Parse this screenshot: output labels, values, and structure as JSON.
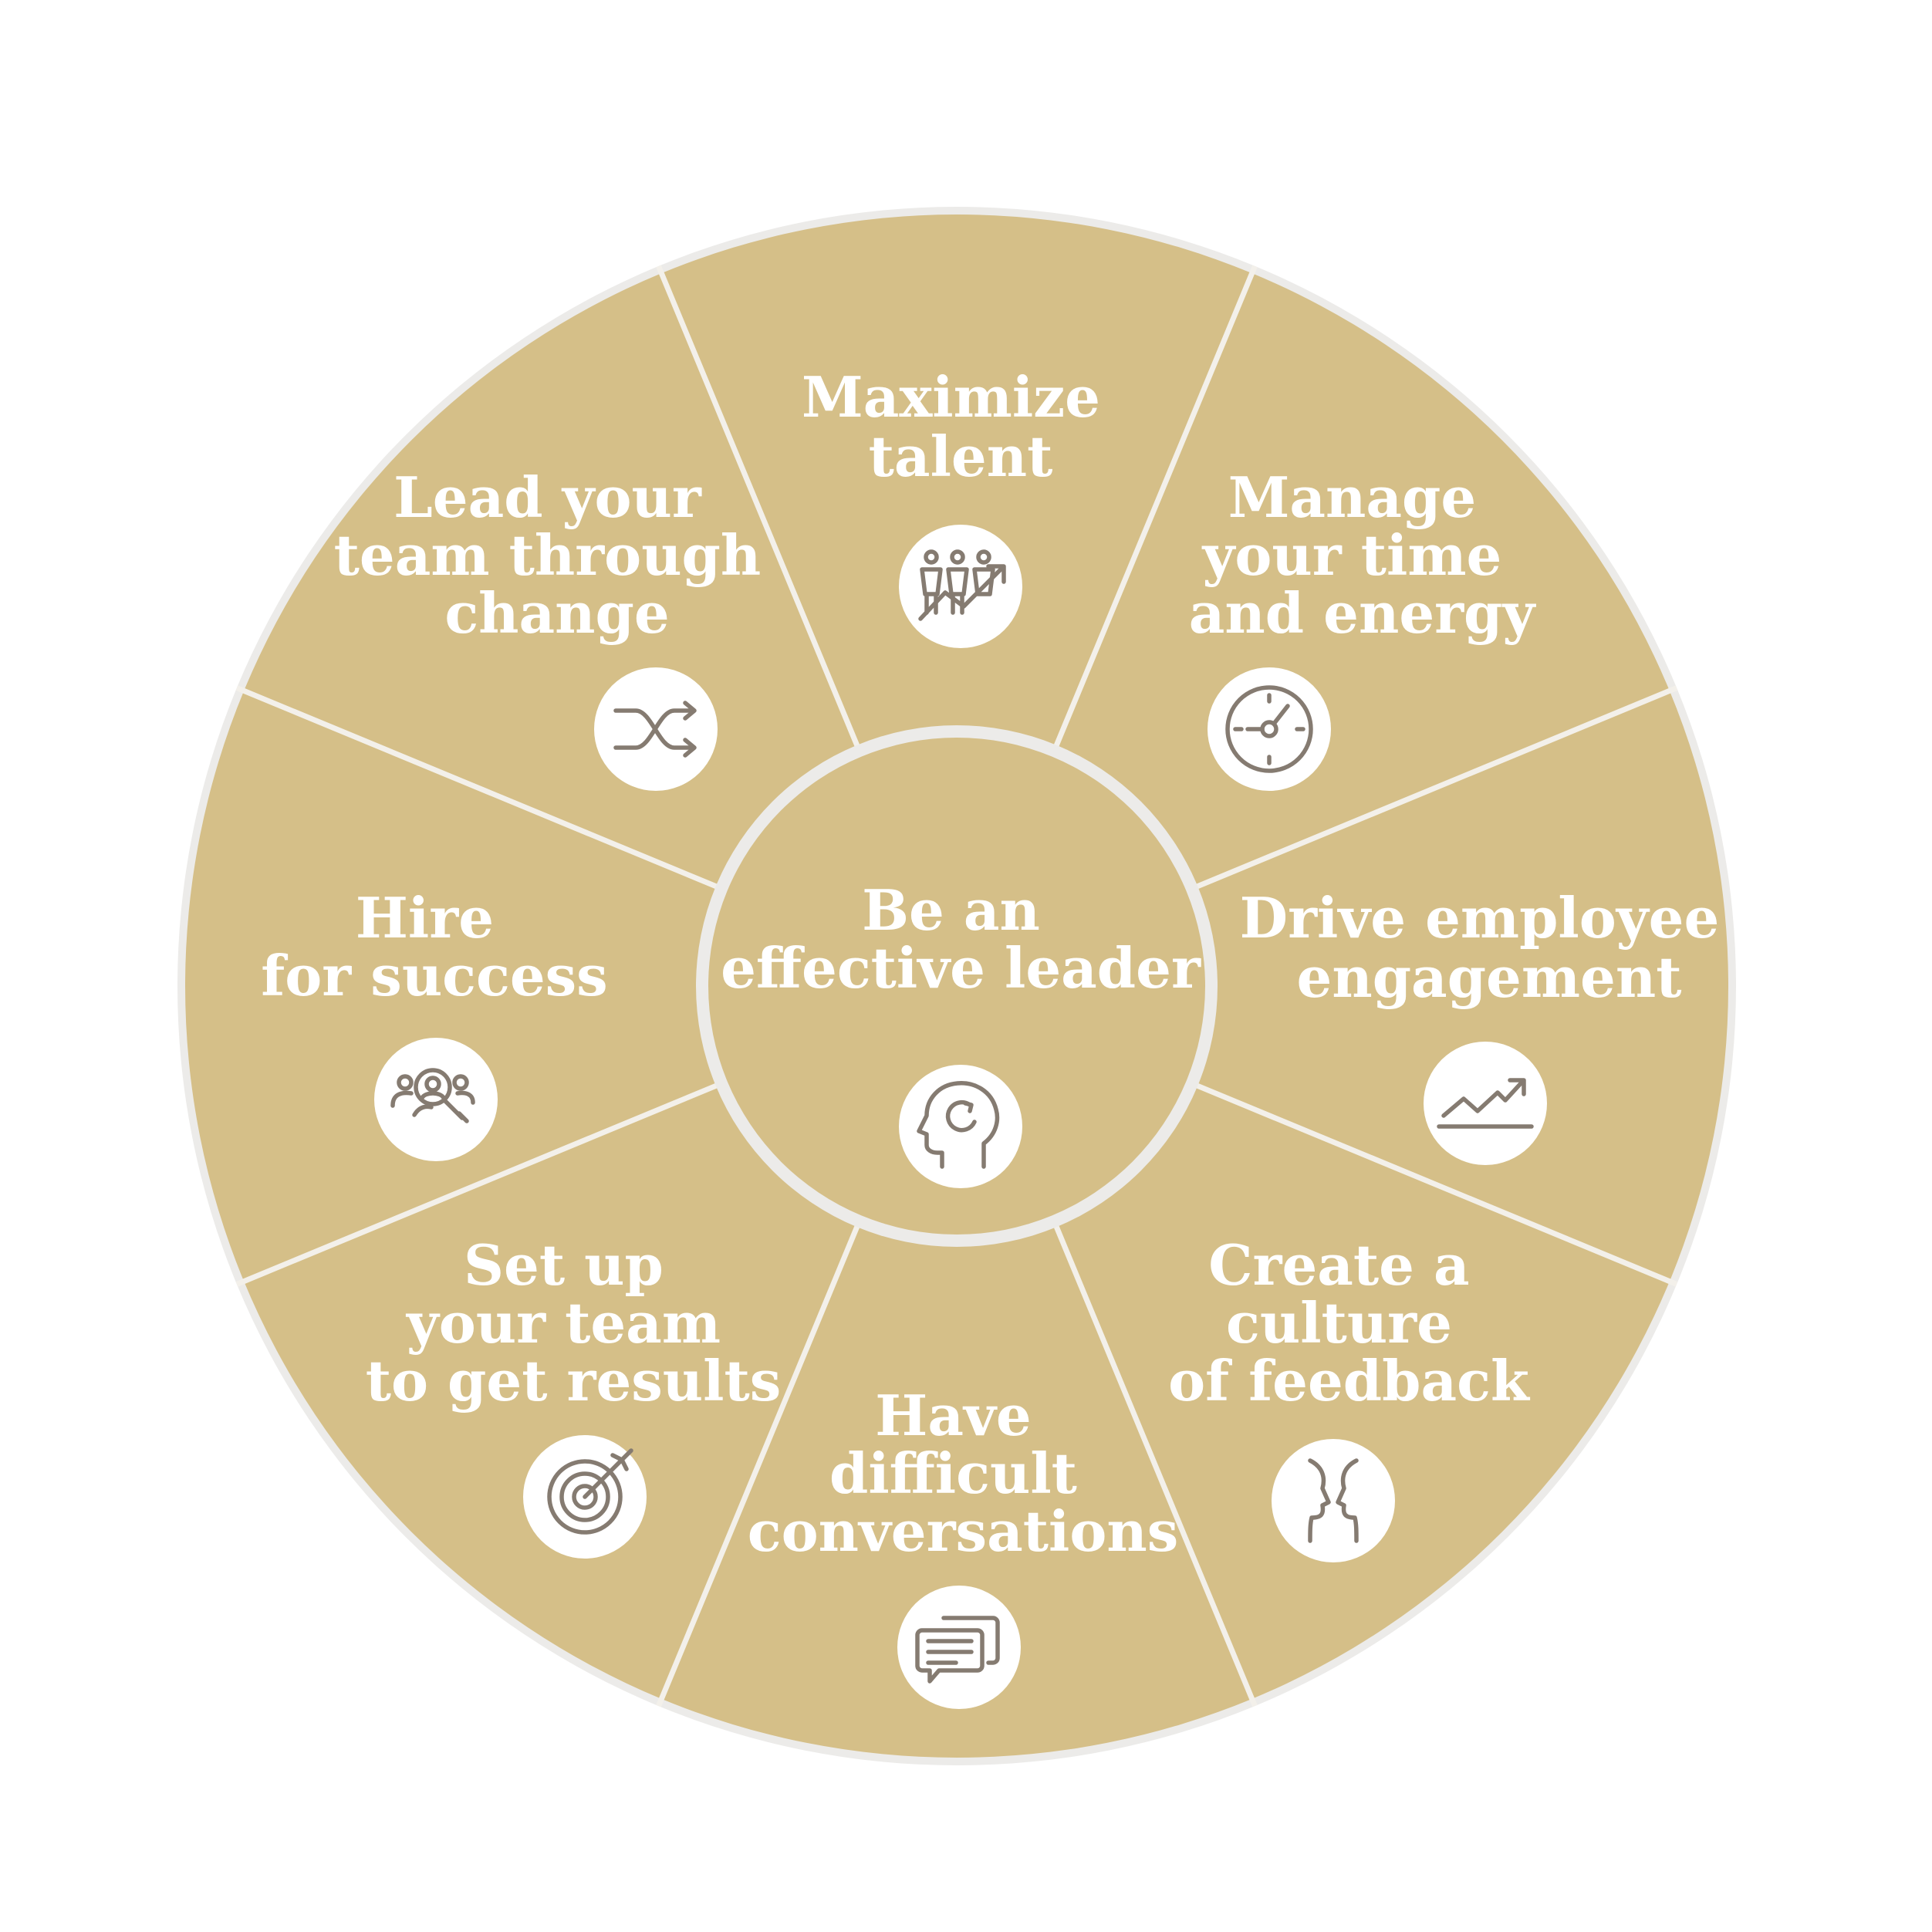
{
  "colors": {
    "segment": "#d5bf88",
    "divider": "#f3f0ea",
    "rim": "#ecebe9",
    "icon_bg": "#ffffff",
    "icon_stroke": "#857b71",
    "text": "#ffffff"
  },
  "center": {
    "lines": [
      "Be an",
      "effective leader"
    ],
    "icon": "head-refresh-icon"
  },
  "segments": [
    {
      "id": "maximize-talent",
      "lines": [
        "Maximize",
        "talent"
      ],
      "icon": "talent-growth-icon"
    },
    {
      "id": "manage-time",
      "lines": [
        "Manage",
        "your time",
        "and energy"
      ],
      "icon": "clock-icon"
    },
    {
      "id": "drive-engagement",
      "lines": [
        "Drive employee",
        "engagement"
      ],
      "icon": "trend-chart-icon"
    },
    {
      "id": "culture-feedback",
      "lines": [
        "Create a",
        "culture",
        "of feedback"
      ],
      "icon": "faces-icon"
    },
    {
      "id": "difficult-conversations",
      "lines": [
        "Have",
        "difficult",
        "conversations"
      ],
      "icon": "chat-bubbles-icon"
    },
    {
      "id": "team-results",
      "lines": [
        "Set up",
        "your team",
        "to get results"
      ],
      "icon": "target-icon"
    },
    {
      "id": "hire-success",
      "lines": [
        "Hire",
        "for success"
      ],
      "icon": "people-search-icon"
    },
    {
      "id": "lead-change",
      "lines": [
        "Lead your",
        "team through",
        "change"
      ],
      "icon": "shuffle-icon"
    }
  ]
}
